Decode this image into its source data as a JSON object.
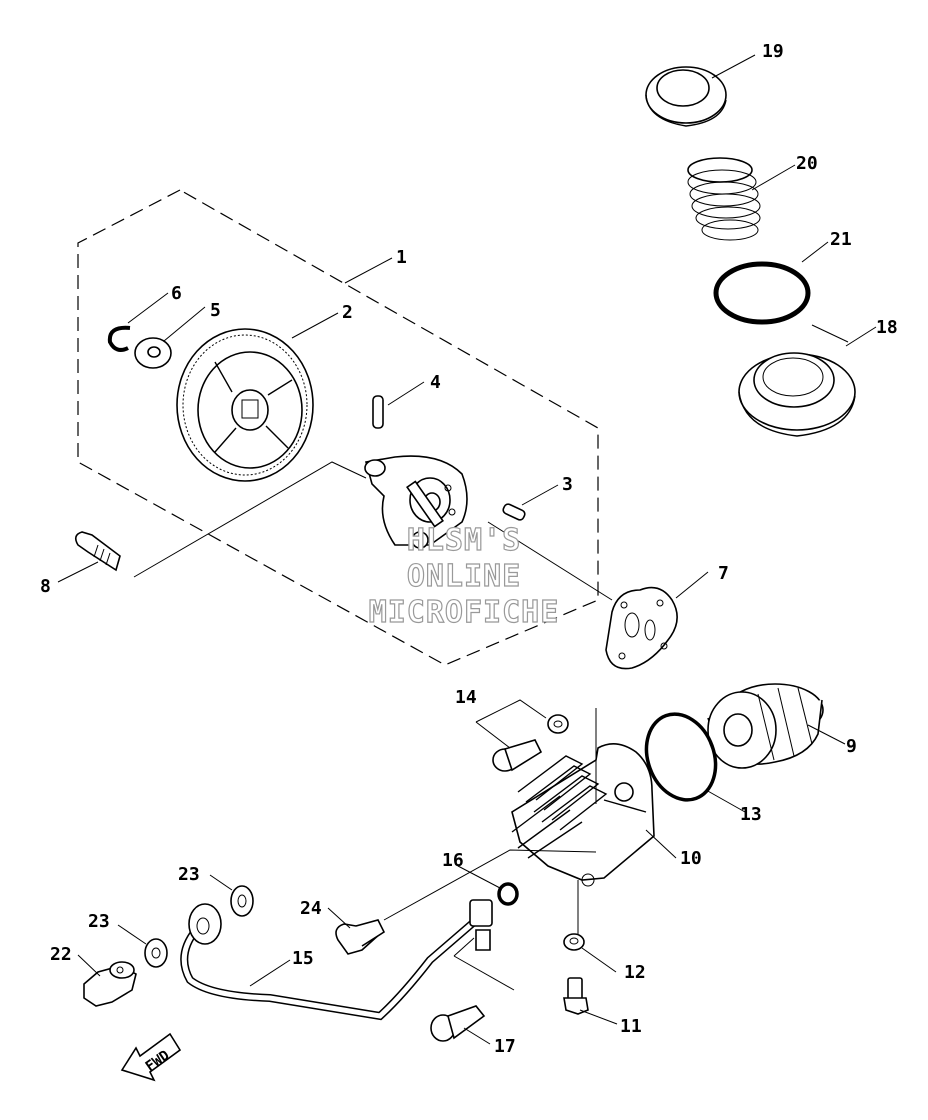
{
  "diagram": {
    "callouts": {
      "c1": "1",
      "c2": "2",
      "c3": "3",
      "c4": "4",
      "c5": "5",
      "c6": "6",
      "c7": "7",
      "c8": "8",
      "c9": "9",
      "c10": "10",
      "c11": "11",
      "c12": "12",
      "c13": "13",
      "c14": "14",
      "c15": "15",
      "c16": "16",
      "c17": "17",
      "c18": "18",
      "c19": "19",
      "c20": "20",
      "c21": "21",
      "c22": "22",
      "c23a": "23",
      "c23b": "23",
      "c24": "24"
    },
    "watermark": {
      "line1": "HLSM'S",
      "line2": "ONLINE",
      "line3": "MICROFICHE"
    },
    "direction_label": "FWD"
  }
}
